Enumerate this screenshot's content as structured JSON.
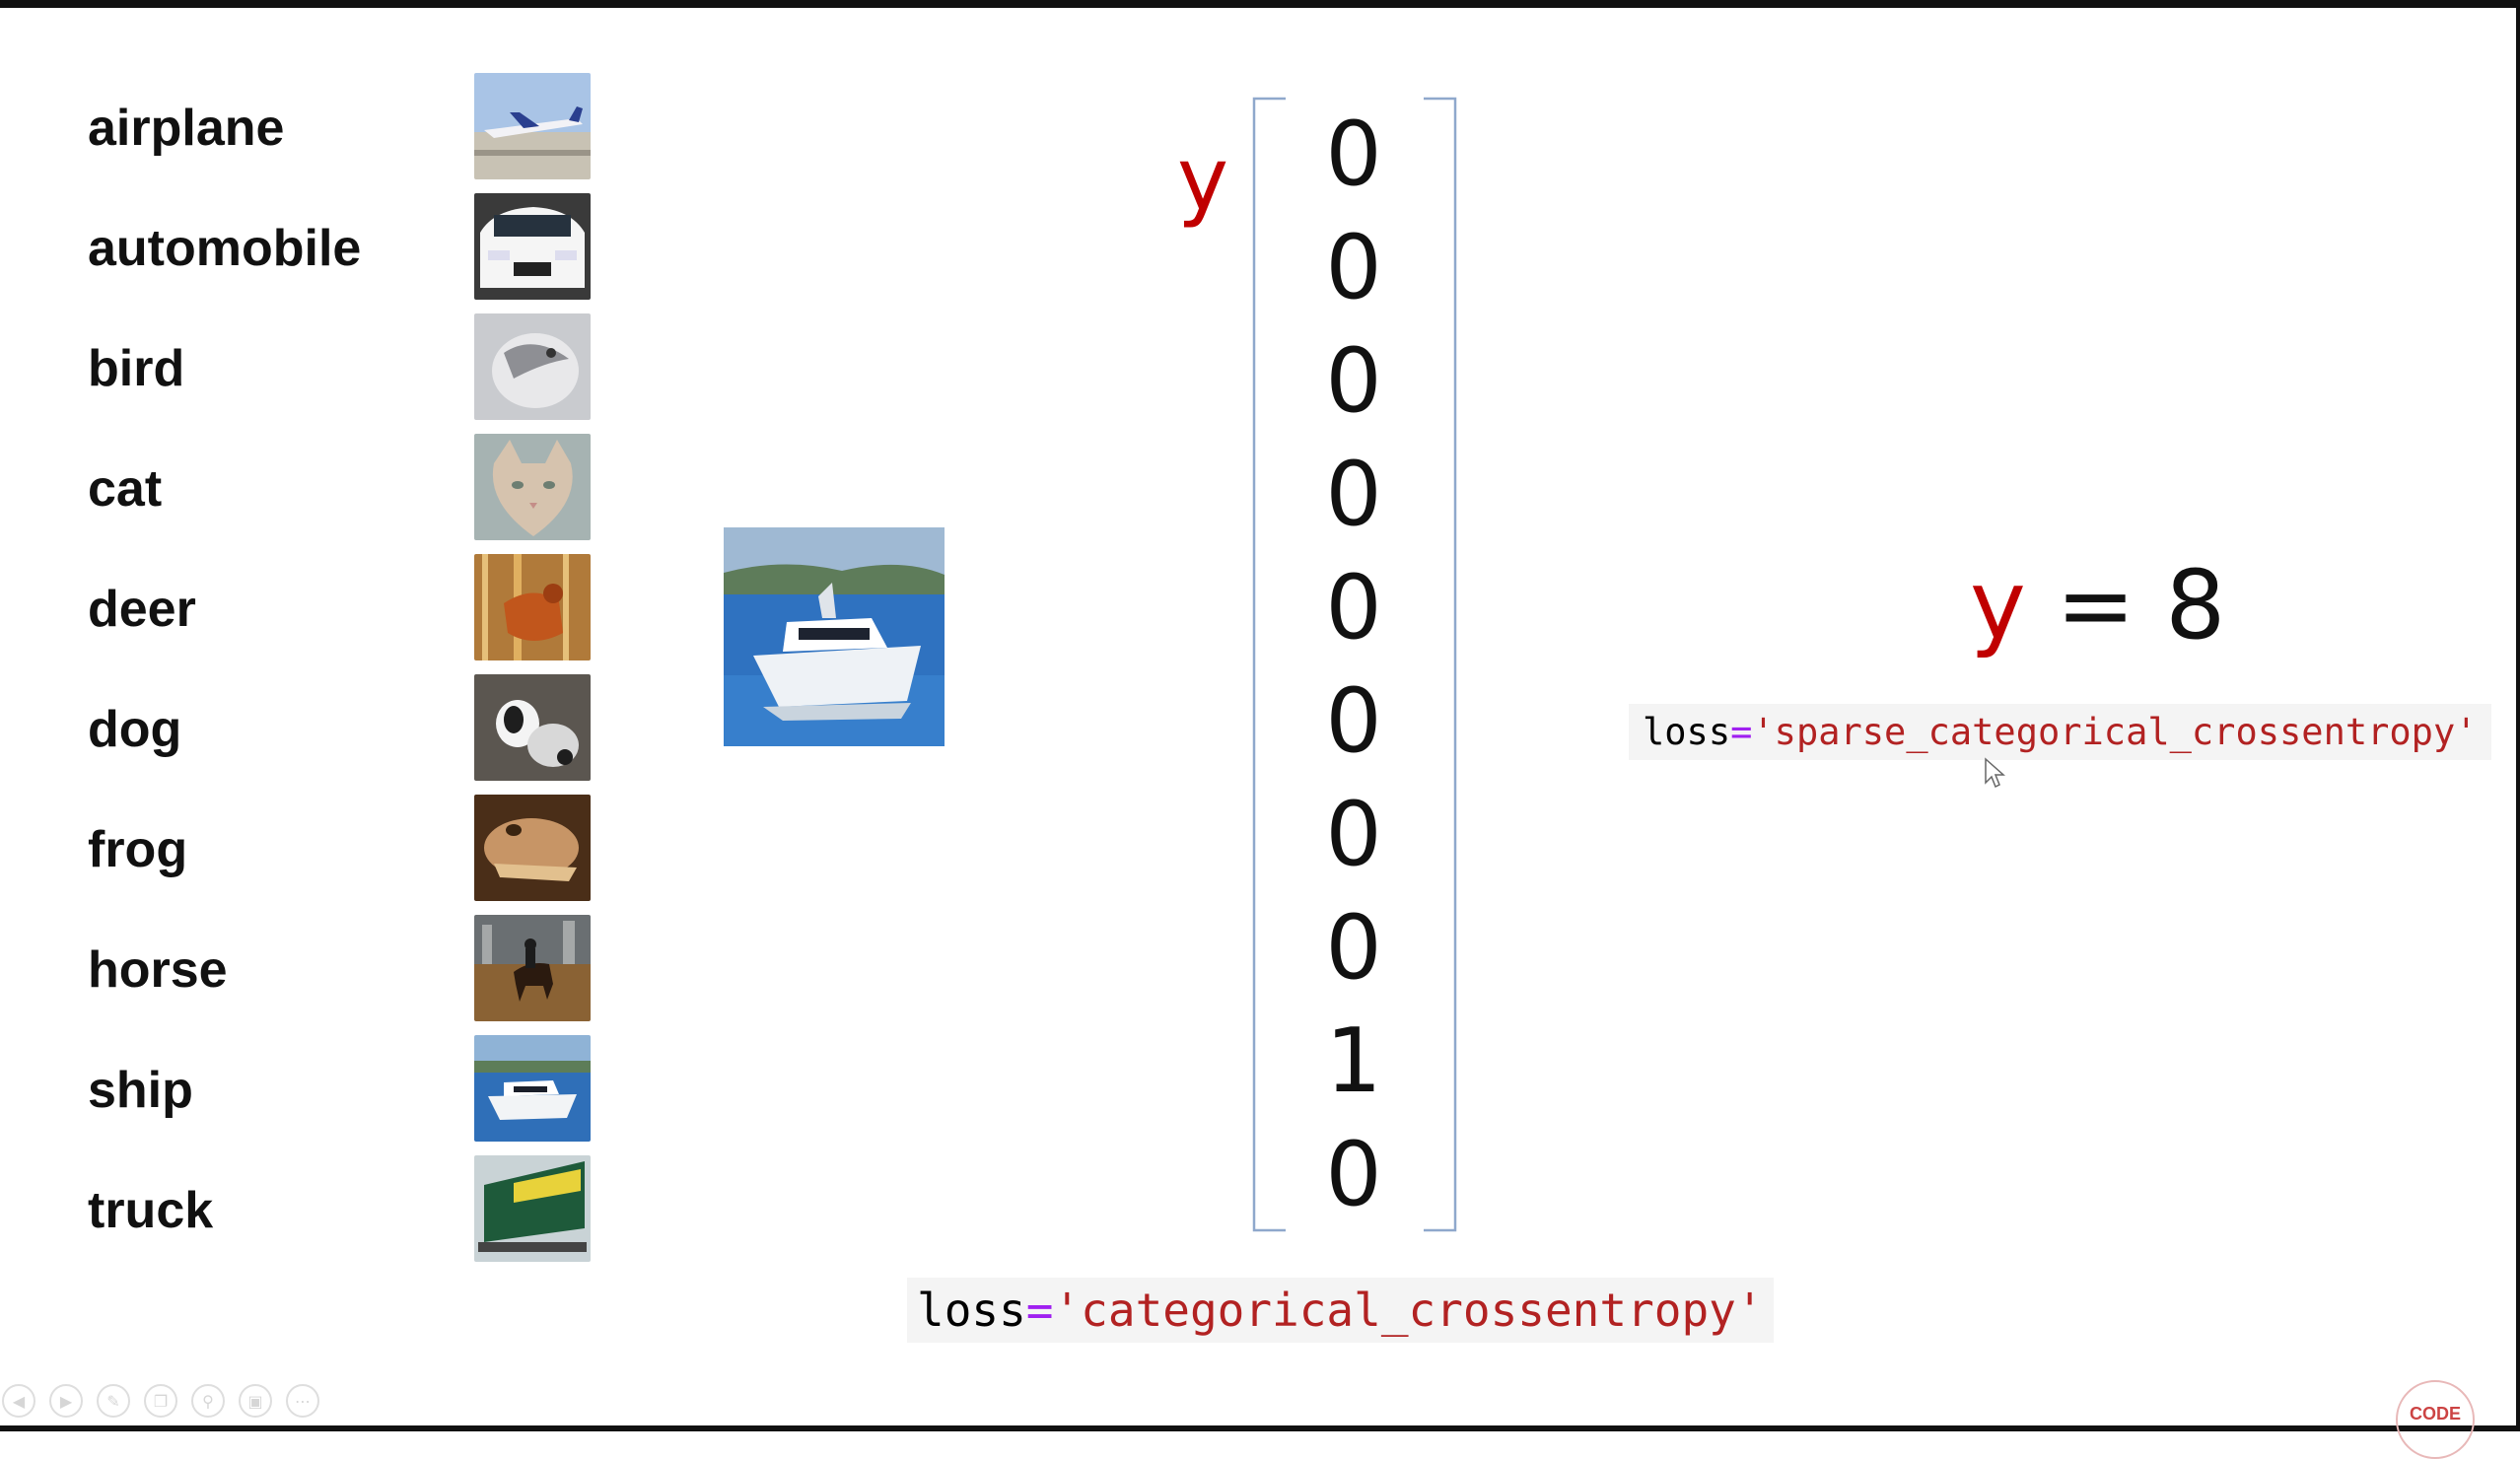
{
  "classes": [
    {
      "label": "airplane"
    },
    {
      "label": "automobile"
    },
    {
      "label": "bird"
    },
    {
      "label": "cat"
    },
    {
      "label": "deer"
    },
    {
      "label": "dog"
    },
    {
      "label": "frog"
    },
    {
      "label": "horse"
    },
    {
      "label": "ship"
    },
    {
      "label": "truck"
    }
  ],
  "vector": {
    "label": "y",
    "values": [
      "0",
      "0",
      "0",
      "0",
      "0",
      "0",
      "0",
      "0",
      "1",
      "0"
    ]
  },
  "code_categorical": {
    "key": "loss",
    "op": "=",
    "value": "'categorical_crossentropy'"
  },
  "code_sparse": {
    "key": "loss",
    "op": "=",
    "value": "'sparse_categorical_crossentropy'"
  },
  "equation": {
    "var": "y",
    "rest": " = 8"
  },
  "colors": {
    "accent_red": "#c00000",
    "bracket": "#8fa8cc",
    "string": "#b22222",
    "operator": "#a020f0"
  },
  "toolbar_icons": [
    "prev-icon",
    "next-icon",
    "pen-icon",
    "copy-icon",
    "zoom-icon",
    "slide-icon",
    "more-icon"
  ],
  "logo": {
    "text": "CODE"
  }
}
